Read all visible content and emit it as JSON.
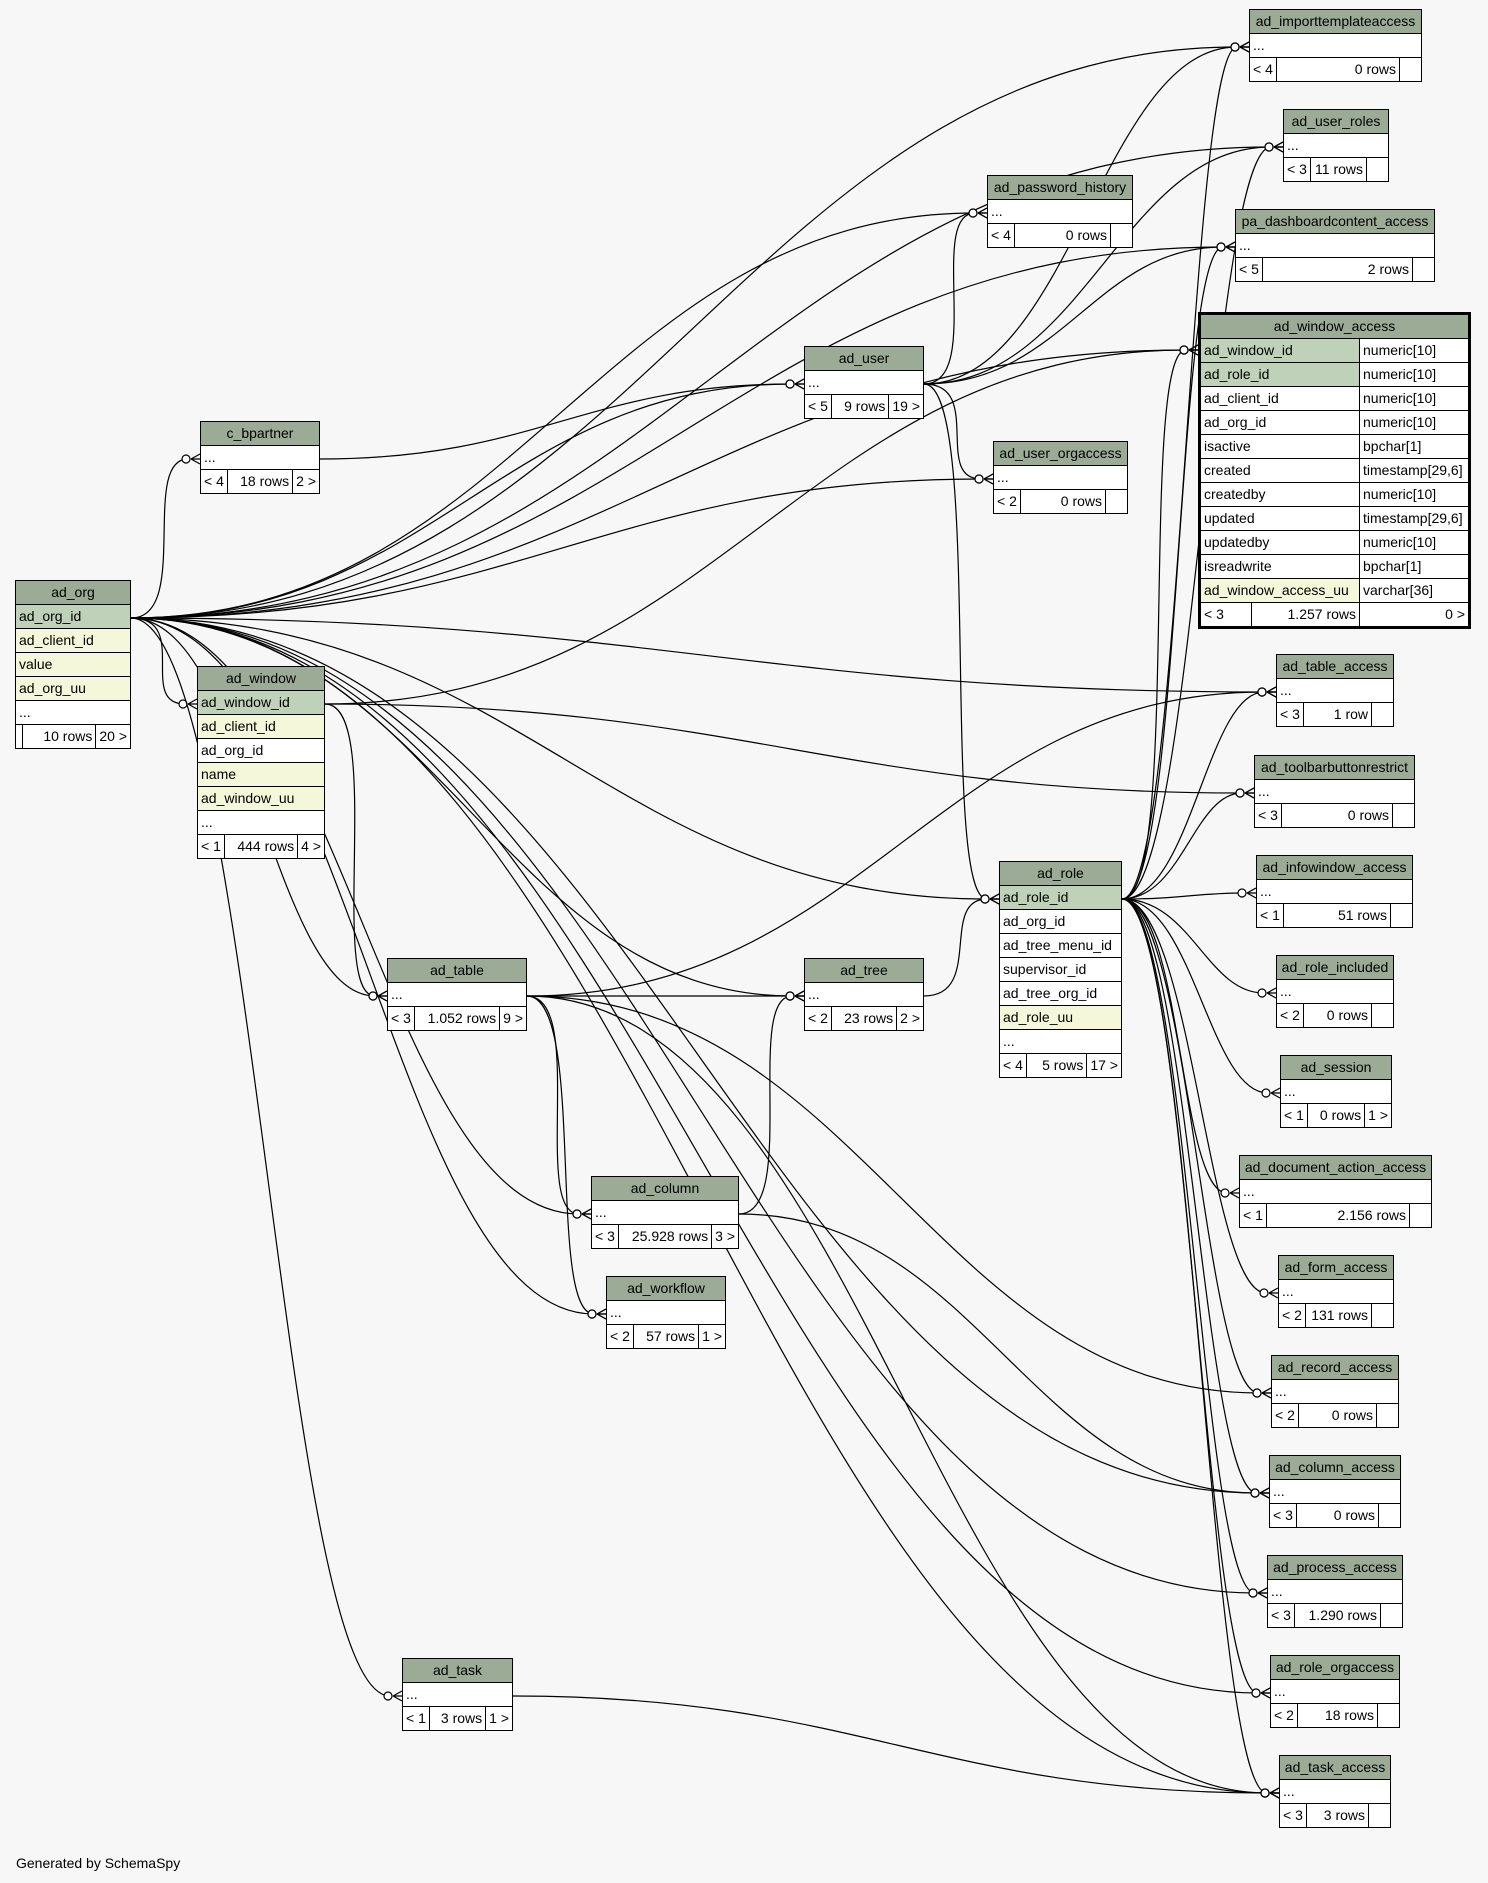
{
  "footer": "Generated by SchemaSpy",
  "tables": [
    {
      "id": "ad_importtemplateaccess",
      "name": "ad_importtemplateaccess",
      "columns": [
        {
          "name": "...",
          "kind": "plain"
        }
      ],
      "footer": [
        "< 4",
        "0 rows",
        ""
      ]
    },
    {
      "id": "ad_user_roles",
      "name": "ad_user_roles",
      "columns": [
        {
          "name": "...",
          "kind": "plain"
        }
      ],
      "footer": [
        "< 3",
        "11 rows",
        ""
      ]
    },
    {
      "id": "ad_password_history",
      "name": "ad_password_history",
      "columns": [
        {
          "name": "...",
          "kind": "plain"
        }
      ],
      "footer": [
        "< 4",
        "0 rows",
        ""
      ]
    },
    {
      "id": "pa_dashboardcontent_access",
      "name": "pa_dashboardcontent_access",
      "columns": [
        {
          "name": "...",
          "kind": "plain"
        }
      ],
      "footer": [
        "< 5",
        "2 rows",
        ""
      ]
    },
    {
      "id": "ad_window_access",
      "name": "ad_window_access",
      "focus": true,
      "columns": [
        {
          "name": "ad_window_id",
          "type": "numeric[10]",
          "kind": "pk"
        },
        {
          "name": "ad_role_id",
          "type": "numeric[10]",
          "kind": "pk"
        },
        {
          "name": "ad_client_id",
          "type": "numeric[10]",
          "kind": "plain"
        },
        {
          "name": "ad_org_id",
          "type": "numeric[10]",
          "kind": "plain"
        },
        {
          "name": "isactive",
          "type": "bpchar[1]",
          "kind": "plain"
        },
        {
          "name": "created",
          "type": "timestamp[29,6]",
          "kind": "plain"
        },
        {
          "name": "createdby",
          "type": "numeric[10]",
          "kind": "plain"
        },
        {
          "name": "updated",
          "type": "timestamp[29,6]",
          "kind": "plain"
        },
        {
          "name": "updatedby",
          "type": "numeric[10]",
          "kind": "plain"
        },
        {
          "name": "isreadwrite",
          "type": "bpchar[1]",
          "kind": "plain"
        },
        {
          "name": "ad_window_access_uu",
          "type": "varchar[36]",
          "kind": "idx"
        }
      ],
      "footer": [
        "< 3",
        "1.257 rows",
        "0 >"
      ]
    },
    {
      "id": "ad_user",
      "name": "ad_user",
      "columns": [
        {
          "name": "...",
          "kind": "plain"
        }
      ],
      "footer": [
        "< 5",
        "9 rows",
        "19 >"
      ]
    },
    {
      "id": "ad_user_orgaccess",
      "name": "ad_user_orgaccess",
      "columns": [
        {
          "name": "...",
          "kind": "plain"
        }
      ],
      "footer": [
        "< 2",
        "0 rows",
        ""
      ]
    },
    {
      "id": "c_bpartner",
      "name": "c_bpartner",
      "columns": [
        {
          "name": "...",
          "kind": "plain"
        }
      ],
      "footer": [
        "< 4",
        "18 rows",
        "2 >"
      ]
    },
    {
      "id": "ad_org",
      "name": "ad_org",
      "columns": [
        {
          "name": "ad_org_id",
          "kind": "pk"
        },
        {
          "name": "ad_client_id",
          "kind": "idx"
        },
        {
          "name": "value",
          "kind": "idx"
        },
        {
          "name": "ad_org_uu",
          "kind": "idx"
        },
        {
          "name": "...",
          "kind": "plain"
        }
      ],
      "footer": [
        "",
        "10 rows",
        "20 >"
      ]
    },
    {
      "id": "ad_window",
      "name": "ad_window",
      "columns": [
        {
          "name": "ad_window_id",
          "kind": "pk"
        },
        {
          "name": "ad_client_id",
          "kind": "idx"
        },
        {
          "name": "ad_org_id",
          "kind": "plain"
        },
        {
          "name": "name",
          "kind": "idx"
        },
        {
          "name": "ad_window_uu",
          "kind": "idx"
        },
        {
          "name": "...",
          "kind": "plain"
        }
      ],
      "footer": [
        "< 1",
        "444 rows",
        "4 >"
      ]
    },
    {
      "id": "ad_table_access",
      "name": "ad_table_access",
      "columns": [
        {
          "name": "...",
          "kind": "plain"
        }
      ],
      "footer": [
        "< 3",
        "1 row",
        ""
      ]
    },
    {
      "id": "ad_toolbarbuttonrestrict",
      "name": "ad_toolbarbuttonrestrict",
      "columns": [
        {
          "name": "...",
          "kind": "plain"
        }
      ],
      "footer": [
        "< 3",
        "0 rows",
        ""
      ]
    },
    {
      "id": "ad_infowindow_access",
      "name": "ad_infowindow_access",
      "columns": [
        {
          "name": "...",
          "kind": "plain"
        }
      ],
      "footer": [
        "< 1",
        "51 rows",
        ""
      ]
    },
    {
      "id": "ad_role",
      "name": "ad_role",
      "columns": [
        {
          "name": "ad_role_id",
          "kind": "pk"
        },
        {
          "name": "ad_org_id",
          "kind": "plain"
        },
        {
          "name": "ad_tree_menu_id",
          "kind": "plain"
        },
        {
          "name": "supervisor_id",
          "kind": "plain"
        },
        {
          "name": "ad_tree_org_id",
          "kind": "plain"
        },
        {
          "name": "ad_role_uu",
          "kind": "idx"
        },
        {
          "name": "...",
          "kind": "plain"
        }
      ],
      "footer": [
        "< 4",
        "5 rows",
        "17 >"
      ]
    },
    {
      "id": "ad_role_included",
      "name": "ad_role_included",
      "columns": [
        {
          "name": "...",
          "kind": "plain"
        }
      ],
      "footer": [
        "< 2",
        "0 rows",
        ""
      ]
    },
    {
      "id": "ad_table",
      "name": "ad_table",
      "columns": [
        {
          "name": "...",
          "kind": "plain"
        }
      ],
      "footer": [
        "< 3",
        "1.052 rows",
        "9 >"
      ]
    },
    {
      "id": "ad_tree",
      "name": "ad_tree",
      "columns": [
        {
          "name": "...",
          "kind": "plain"
        }
      ],
      "footer": [
        "< 2",
        "23 rows",
        "2 >"
      ]
    },
    {
      "id": "ad_session",
      "name": "ad_session",
      "columns": [
        {
          "name": "...",
          "kind": "plain"
        }
      ],
      "footer": [
        "< 1",
        "0 rows",
        "1 >"
      ]
    },
    {
      "id": "ad_document_action_access",
      "name": "ad_document_action_access",
      "columns": [
        {
          "name": "...",
          "kind": "plain"
        }
      ],
      "footer": [
        "< 1",
        "2.156 rows",
        ""
      ]
    },
    {
      "id": "ad_column",
      "name": "ad_column",
      "columns": [
        {
          "name": "...",
          "kind": "plain"
        }
      ],
      "footer": [
        "< 3",
        "25.928 rows",
        "3 >"
      ]
    },
    {
      "id": "ad_form_access",
      "name": "ad_form_access",
      "columns": [
        {
          "name": "...",
          "kind": "plain"
        }
      ],
      "footer": [
        "< 2",
        "131 rows",
        ""
      ]
    },
    {
      "id": "ad_workflow",
      "name": "ad_workflow",
      "columns": [
        {
          "name": "...",
          "kind": "plain"
        }
      ],
      "footer": [
        "< 2",
        "57 rows",
        "1 >"
      ]
    },
    {
      "id": "ad_record_access",
      "name": "ad_record_access",
      "columns": [
        {
          "name": "...",
          "kind": "plain"
        }
      ],
      "footer": [
        "< 2",
        "0 rows",
        ""
      ]
    },
    {
      "id": "ad_column_access",
      "name": "ad_column_access",
      "columns": [
        {
          "name": "...",
          "kind": "plain"
        }
      ],
      "footer": [
        "< 3",
        "0 rows",
        ""
      ]
    },
    {
      "id": "ad_process_access",
      "name": "ad_process_access",
      "columns": [
        {
          "name": "...",
          "kind": "plain"
        }
      ],
      "footer": [
        "< 3",
        "1.290 rows",
        ""
      ]
    },
    {
      "id": "ad_role_orgaccess",
      "name": "ad_role_orgaccess",
      "columns": [
        {
          "name": "...",
          "kind": "plain"
        }
      ],
      "footer": [
        "< 2",
        "18 rows",
        ""
      ]
    },
    {
      "id": "ad_task",
      "name": "ad_task",
      "columns": [
        {
          "name": "...",
          "kind": "plain"
        }
      ],
      "footer": [
        "< 1",
        "3 rows",
        "1 >"
      ]
    },
    {
      "id": "ad_task_access",
      "name": "ad_task_access",
      "columns": [
        {
          "name": "...",
          "kind": "plain"
        }
      ],
      "footer": [
        "< 3",
        "3 rows",
        ""
      ]
    }
  ],
  "relations": [
    [
      "ad_org",
      "ad_importtemplateaccess"
    ],
    [
      "ad_org",
      "ad_user_roles"
    ],
    [
      "ad_org",
      "ad_password_history"
    ],
    [
      "ad_org",
      "pa_dashboardcontent_access"
    ],
    [
      "ad_org",
      "ad_window_access"
    ],
    [
      "ad_org",
      "ad_user"
    ],
    [
      "ad_org",
      "ad_user_orgaccess"
    ],
    [
      "ad_org",
      "c_bpartner"
    ],
    [
      "ad_org",
      "ad_window"
    ],
    [
      "ad_org",
      "ad_table_access"
    ],
    [
      "ad_org",
      "ad_role"
    ],
    [
      "ad_org",
      "ad_table"
    ],
    [
      "ad_org",
      "ad_column"
    ],
    [
      "ad_org",
      "ad_workflow"
    ],
    [
      "ad_org",
      "ad_task"
    ],
    [
      "ad_org",
      "ad_task_access"
    ],
    [
      "ad_org",
      "ad_column_access"
    ],
    [
      "ad_org",
      "ad_process_access"
    ],
    [
      "ad_org",
      "ad_role_orgaccess"
    ],
    [
      "ad_org",
      "ad_tree"
    ],
    [
      "ad_user",
      "ad_importtemplateaccess"
    ],
    [
      "ad_user",
      "ad_user_roles"
    ],
    [
      "ad_user",
      "ad_password_history"
    ],
    [
      "ad_user",
      "pa_dashboardcontent_access"
    ],
    [
      "ad_user",
      "ad_user_orgaccess"
    ],
    [
      "ad_user",
      "ad_role"
    ],
    [
      "c_bpartner",
      "ad_user"
    ],
    [
      "ad_window",
      "ad_window_access"
    ],
    [
      "ad_window",
      "ad_toolbarbuttonrestrict"
    ],
    [
      "ad_window",
      "ad_table"
    ],
    [
      "ad_table",
      "ad_table_access"
    ],
    [
      "ad_table",
      "ad_tree"
    ],
    [
      "ad_table",
      "ad_column"
    ],
    [
      "ad_table",
      "ad_workflow"
    ],
    [
      "ad_table",
      "ad_record_access"
    ],
    [
      "ad_table",
      "ad_task_access"
    ],
    [
      "ad_tree",
      "ad_role"
    ],
    [
      "ad_column",
      "ad_tree"
    ],
    [
      "ad_column",
      "ad_column_access"
    ],
    [
      "ad_task",
      "ad_task_access"
    ],
    [
      "ad_role",
      "ad_window_access"
    ],
    [
      "ad_role",
      "ad_importtemplateaccess"
    ],
    [
      "ad_role",
      "ad_user_roles"
    ],
    [
      "ad_role",
      "pa_dashboardcontent_access"
    ],
    [
      "ad_role",
      "ad_table_access"
    ],
    [
      "ad_role",
      "ad_toolbarbuttonrestrict"
    ],
    [
      "ad_role",
      "ad_infowindow_access"
    ],
    [
      "ad_role",
      "ad_role_included"
    ],
    [
      "ad_role",
      "ad_session"
    ],
    [
      "ad_role",
      "ad_document_action_access"
    ],
    [
      "ad_role",
      "ad_form_access"
    ],
    [
      "ad_role",
      "ad_record_access"
    ],
    [
      "ad_role",
      "ad_column_access"
    ],
    [
      "ad_role",
      "ad_process_access"
    ],
    [
      "ad_role",
      "ad_role_orgaccess"
    ],
    [
      "ad_role",
      "ad_task_access"
    ]
  ]
}
